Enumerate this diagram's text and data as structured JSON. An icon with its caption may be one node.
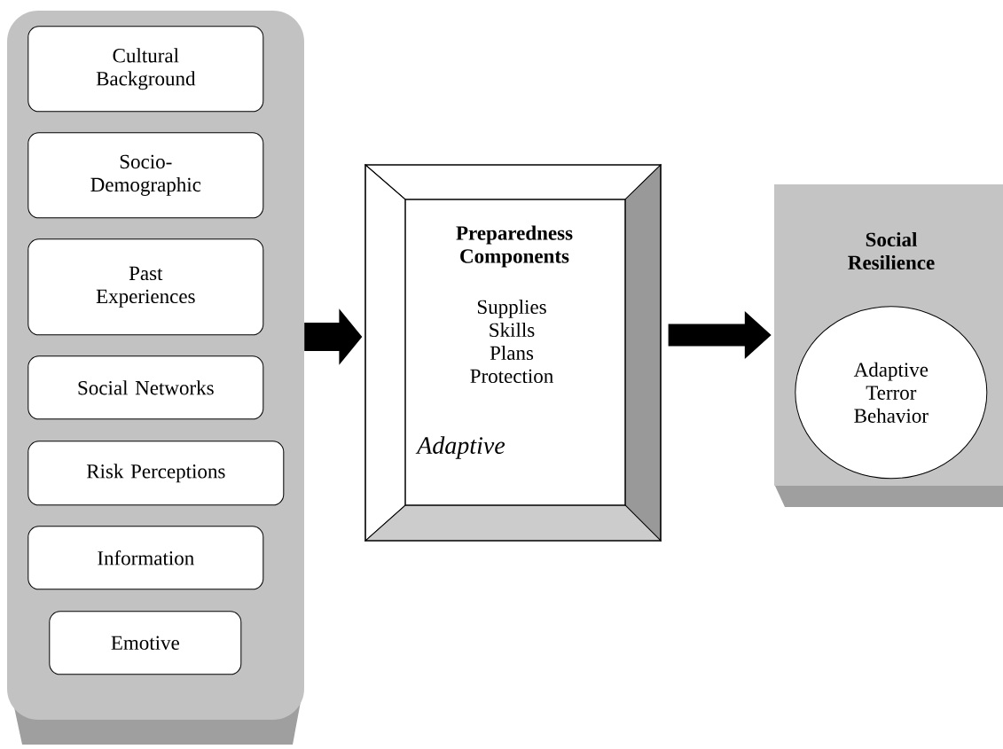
{
  "diagram": {
    "nodes": [
      {
        "text": [],
        "shape": "box"
      },
      {
        "text": [
          "Cultural Background"
        ],
        "in": 0
      },
      {
        "text": [
          "Socio- Demographic"
        ],
        "in": 0
      },
      {
        "text": [
          "Past Experiences"
        ],
        "in": 0
      },
      {
        "text": [
          "Social Networks"
        ],
        "in": 0
      },
      {
        "text": [
          "Risk Perceptions"
        ],
        "in": 0
      },
      {
        "text": [
          "Information"
        ],
        "in": 0
      },
      {
        "text": [
          "Emotive"
        ],
        "in": 0
      },
      {
        "text": [
          "Preparedness Components",
          "Supplies Skills Plans Protection",
          "Adaptive"
        ]
      },
      {
        "text": [
          "Social Resilience"
        ]
      },
      {
        "text": [
          "Adaptive Terror Behavior"
        ],
        "in": 9
      }
    ],
    "edges": [
      {
        "from": 0,
        "to": 8,
        "arrow": "to"
      },
      {
        "from": 8,
        "to": 9,
        "arrow": "to"
      }
    ]
  }
}
